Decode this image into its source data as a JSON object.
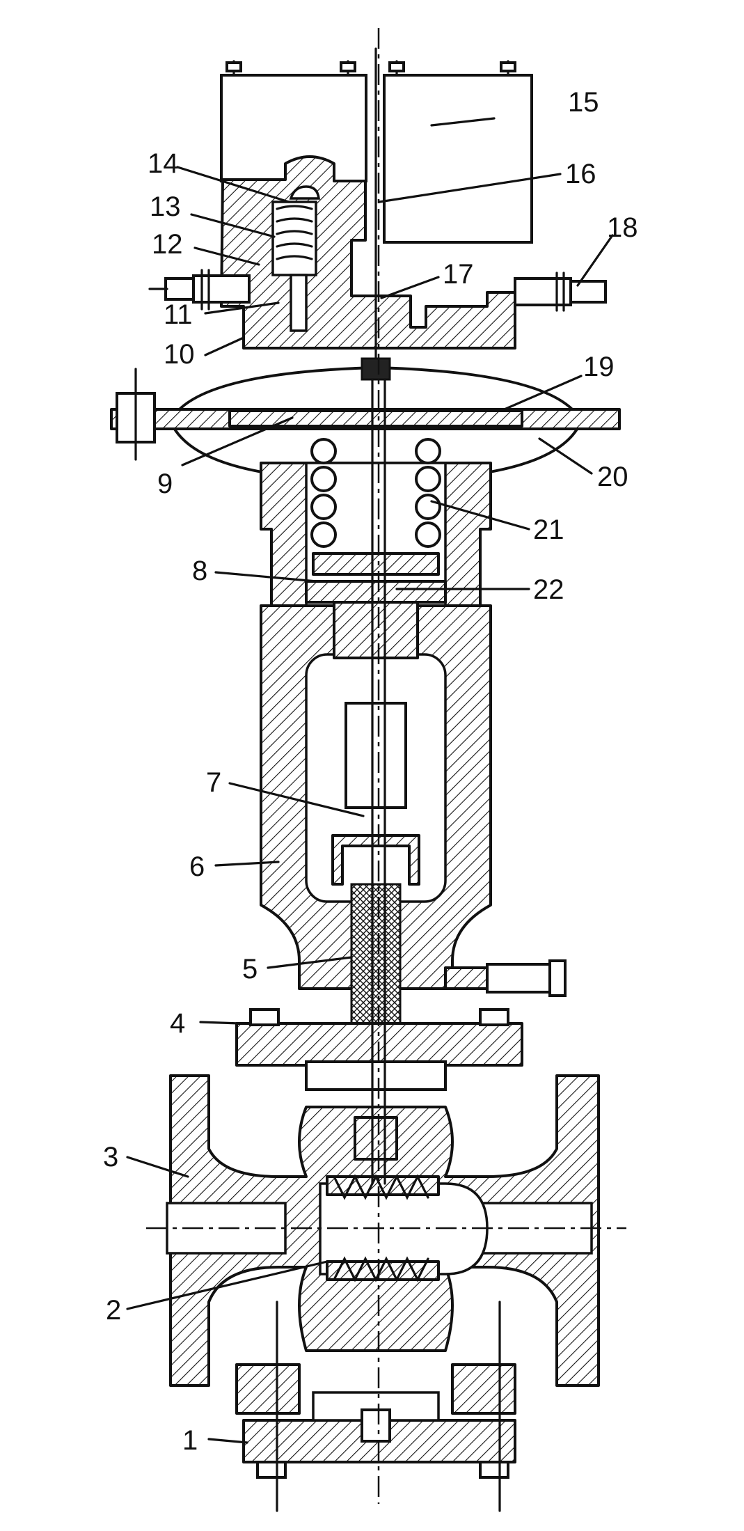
{
  "callouts": [
    {
      "id": "1",
      "text": "1"
    },
    {
      "id": "2",
      "text": "2"
    },
    {
      "id": "3",
      "text": "3"
    },
    {
      "id": "4",
      "text": "4"
    },
    {
      "id": "5",
      "text": "5"
    },
    {
      "id": "6",
      "text": "6"
    },
    {
      "id": "7",
      "text": "7"
    },
    {
      "id": "8",
      "text": "8"
    },
    {
      "id": "9",
      "text": "9"
    },
    {
      "id": "10",
      "text": "10"
    },
    {
      "id": "11",
      "text": "11"
    },
    {
      "id": "12",
      "text": "12"
    },
    {
      "id": "13",
      "text": "13"
    },
    {
      "id": "14",
      "text": "14"
    },
    {
      "id": "15",
      "text": "15"
    },
    {
      "id": "16",
      "text": "16"
    },
    {
      "id": "17",
      "text": "17"
    },
    {
      "id": "18",
      "text": "18"
    },
    {
      "id": "19",
      "text": "19"
    },
    {
      "id": "20",
      "text": "20"
    },
    {
      "id": "21",
      "text": "21"
    },
    {
      "id": "22",
      "text": "22"
    }
  ],
  "colors": {
    "ink": "#111111",
    "paper": "#ffffff"
  }
}
